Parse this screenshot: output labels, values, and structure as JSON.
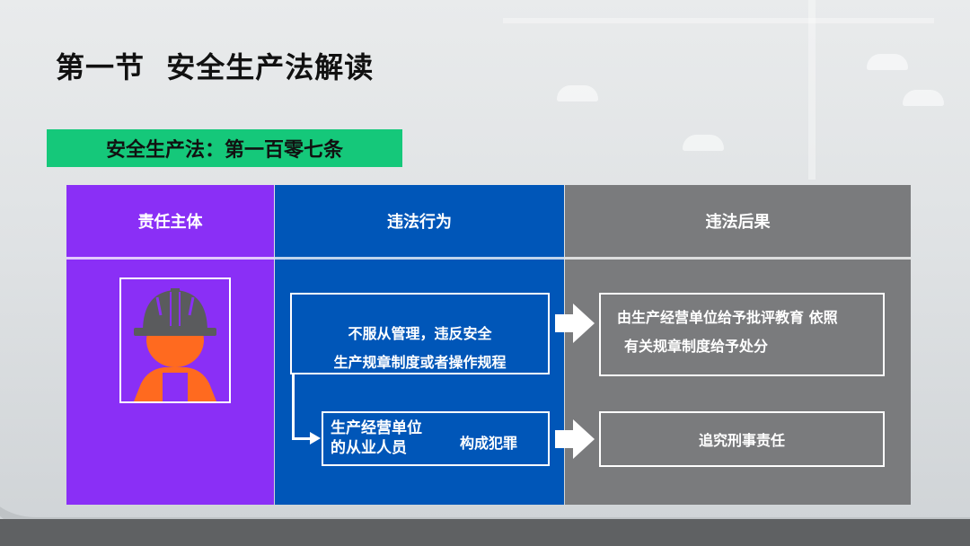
{
  "title": "第一节  安全生产法解读",
  "subtitle": "安全生产法：第一百零七条",
  "columns": {
    "subject": "责任主体",
    "behavior": "违法行为",
    "consequence": "违法后果"
  },
  "behavior_boxes": {
    "violation_line1": "不服从管理，违反安全",
    "violation_line2": "生产规章制度或者操作规程",
    "employee_line1": "生产经营单位",
    "employee_line2": "的从业人员",
    "crime": "构成犯罪"
  },
  "consequence_boxes": {
    "discipline_line1": "由生产经营单位给予批评教育 依照",
    "discipline_line2": "有关规章制度给予处分",
    "criminal": "追究刑事责任"
  },
  "icons": [
    "worker-icon",
    "arrow-right-icon"
  ],
  "colors": {
    "accent_green": "#15c87a",
    "purple": "#8a2ff6",
    "blue": "#0056b8",
    "gray": "#7a7b7d",
    "helmet": "#5a5b5d",
    "skin": "#ff6a1f"
  }
}
